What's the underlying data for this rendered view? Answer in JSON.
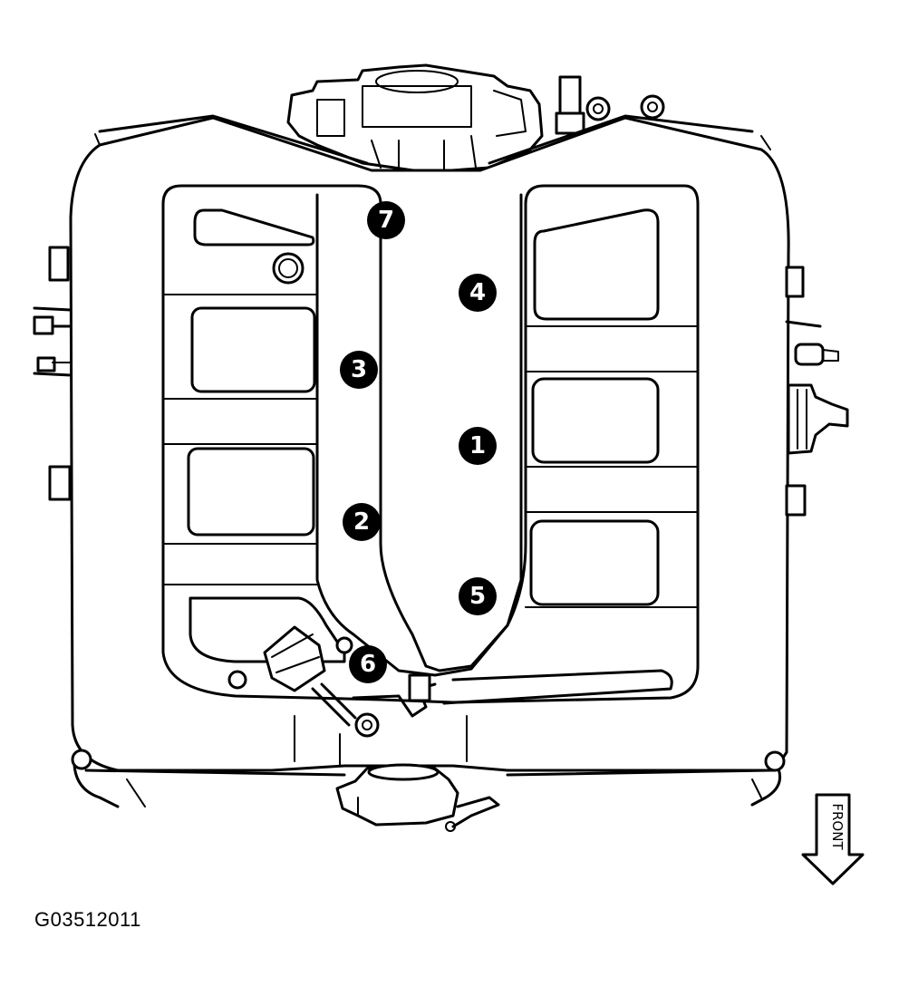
{
  "callouts": [
    "1",
    "2",
    "3",
    "4",
    "5",
    "6",
    "7"
  ],
  "front_label": "FRONT",
  "figure_code": "G03512011",
  "colors": {
    "line": "#000000",
    "background": "#ffffff"
  }
}
